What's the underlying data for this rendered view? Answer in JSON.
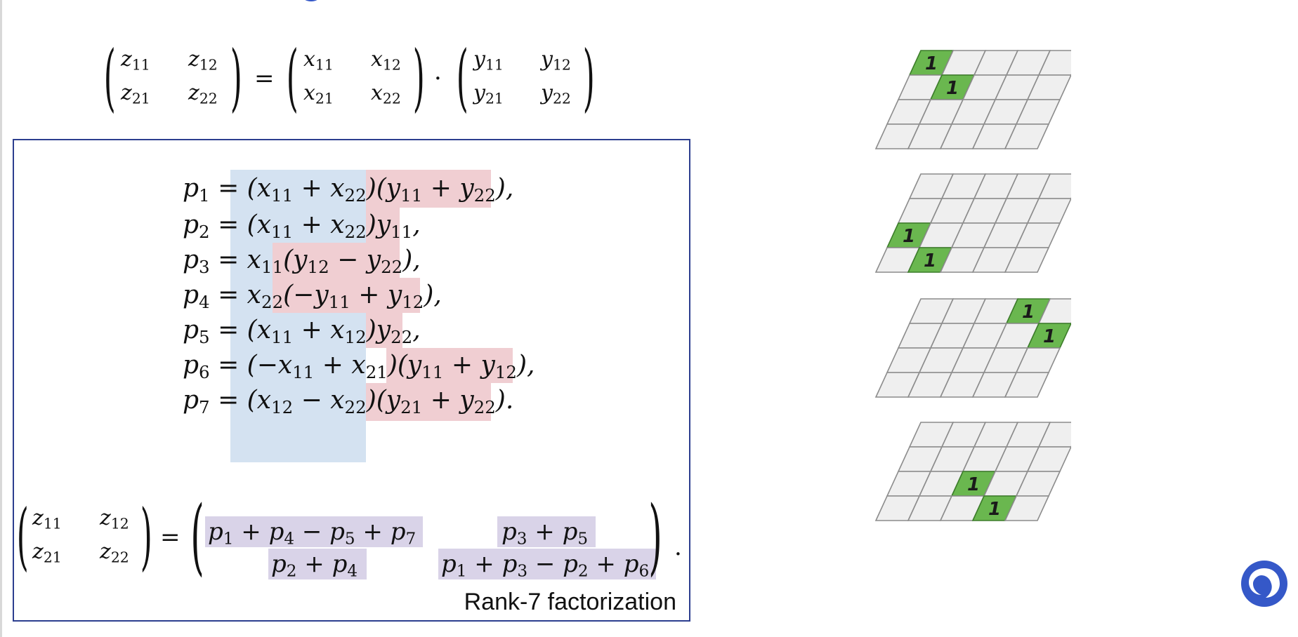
{
  "equation": {
    "z": [
      [
        "z",
        "11"
      ],
      [
        "z",
        "12"
      ],
      [
        "z",
        "21"
      ],
      [
        "z",
        "22"
      ]
    ],
    "x": [
      [
        "x",
        "11"
      ],
      [
        "x",
        "12"
      ],
      [
        "x",
        "21"
      ],
      [
        "x",
        "22"
      ]
    ],
    "y": [
      [
        "y",
        "11"
      ],
      [
        "y",
        "12"
      ],
      [
        "y",
        "21"
      ],
      [
        "y",
        "22"
      ]
    ],
    "eq": "=",
    "dot": "·"
  },
  "products": [
    {
      "lhs": "p",
      "sub": "1",
      "rhs_html": "= (x<sub>11</sub> + x<sub>22</sub>)(y<sub>11</sub> + y<sub>22</sub>),"
    },
    {
      "lhs": "p",
      "sub": "2",
      "rhs_html": "= (x<sub>11</sub> + x<sub>22</sub>)y<sub>11</sub>,"
    },
    {
      "lhs": "p",
      "sub": "3",
      "rhs_html": "= x<sub>11</sub>(y<sub>12</sub> − y<sub>22</sub>),"
    },
    {
      "lhs": "p",
      "sub": "4",
      "rhs_html": "= x<sub>22</sub>(−y<sub>11</sub> + y<sub>12</sub>),"
    },
    {
      "lhs": "p",
      "sub": "5",
      "rhs_html": "= (x<sub>11</sub> + x<sub>12</sub>)y<sub>22</sub>,"
    },
    {
      "lhs": "p",
      "sub": "6",
      "rhs_html": "= (−x<sub>11</sub> + x<sub>21</sub>)(y<sub>11</sub> + y<sub>12</sub>),"
    },
    {
      "lhs": "p",
      "sub": "7",
      "rhs_html": "= (x<sub>12</sub> − x<sub>22</sub>)(y<sub>21</sub> + y<sub>22</sub>)."
    }
  ],
  "result": {
    "c11_html": "p<sub>1</sub> + p<sub>4</sub> − p<sub>5</sub> + p<sub>7</sub>",
    "c12_html": "p<sub>3</sub> + p<sub>5</sub>",
    "c21_html": "p<sub>2</sub> + p<sub>4</sub>",
    "c22_html": "p<sub>1</sub> + p<sub>3</sub> − p<sub>2</sub> + p<sub>6</sub>",
    "period": "."
  },
  "caption": "Rank-7 factorization",
  "grids": [
    {
      "ones": [
        [
          0,
          0
        ],
        [
          1,
          1
        ]
      ]
    },
    {
      "ones": [
        [
          2,
          0
        ],
        [
          3,
          1
        ]
      ]
    },
    {
      "ones": [
        [
          0,
          3
        ],
        [
          1,
          4
        ]
      ]
    },
    {
      "ones": [
        [
          2,
          2
        ],
        [
          3,
          3
        ]
      ]
    }
  ],
  "grid_value": "1",
  "colors": {
    "green": "#6ab74f",
    "blue_hl": "#d4e2f1",
    "pink_hl": "#f0ced2",
    "purple_hl": "#d9d3e8",
    "border": "#2c3e8f",
    "logo": "#3558c8"
  }
}
